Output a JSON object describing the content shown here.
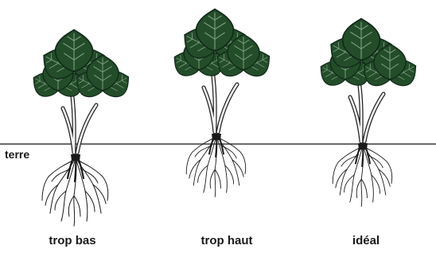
{
  "soil_label": "terre",
  "captions": [
    "trop bas",
    "trop haut",
    "idéal"
  ],
  "colors": {
    "leaf": "#234d29",
    "leaf_dark": "#12291a",
    "vein": "#7d9c80",
    "stem": "#f4f4f4",
    "ink": "#1a1a1a",
    "soil_line": "#3a3a3a"
  },
  "icons": [
    "strawberry-plant-icon",
    "root-system-icon"
  ]
}
